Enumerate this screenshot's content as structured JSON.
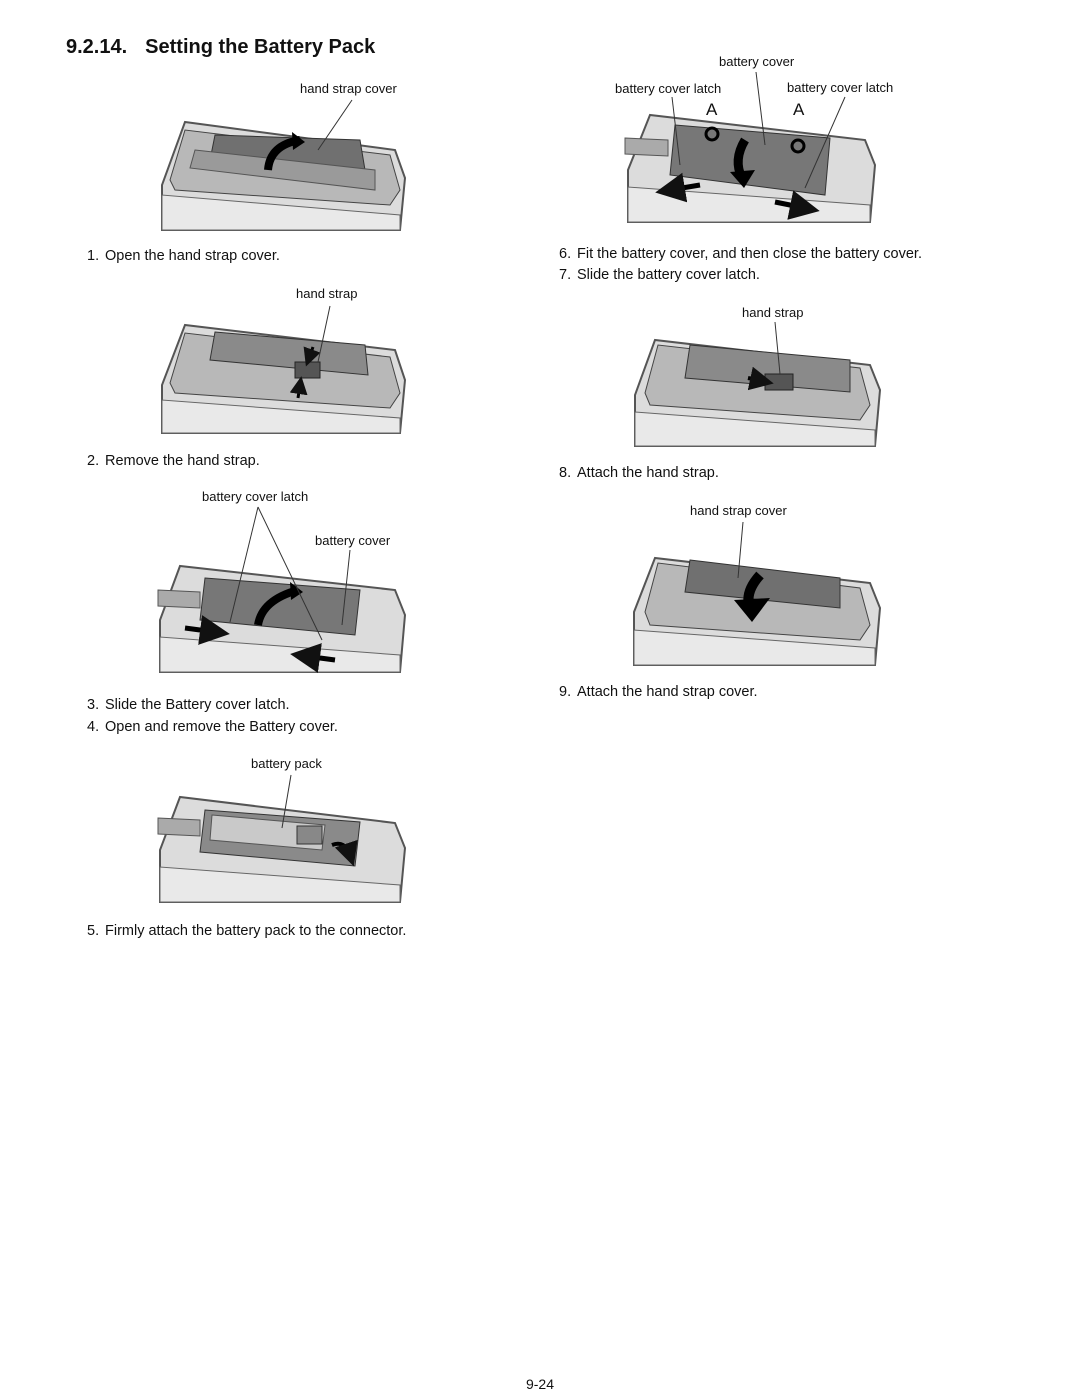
{
  "header": {
    "section_number": "9.2.14.",
    "section_title": "Setting the Battery Pack"
  },
  "figures": [
    {
      "callouts": [
        "hand strap cover"
      ]
    },
    {
      "callouts": [
        "hand strap"
      ]
    },
    {
      "callouts": [
        "battery cover latch",
        "battery cover"
      ]
    },
    {
      "callouts": [
        "battery pack"
      ]
    },
    {
      "callouts": [
        "battery cover",
        "battery cover latch",
        "battery cover latch"
      ],
      "markers": [
        "A",
        "A"
      ]
    },
    {
      "callouts": [
        "hand strap"
      ]
    },
    {
      "callouts": [
        "hand strap cover"
      ]
    }
  ],
  "steps": [
    {
      "number": "1.",
      "text": "Open the hand strap cover."
    },
    {
      "number": "2.",
      "text": "Remove the hand strap."
    },
    {
      "number": "3.",
      "text": "Slide the Battery cover latch."
    },
    {
      "number": "4.",
      "text": "Open and remove the Battery cover."
    },
    {
      "number": "5.",
      "text": "Firmly attach the battery pack to the connector."
    },
    {
      "number": "6.",
      "text": "Fit the battery cover, and then close the battery cover."
    },
    {
      "number": "7.",
      "text": "Slide the battery cover latch."
    },
    {
      "number": "8.",
      "text": "Attach the hand strap."
    },
    {
      "number": "9.",
      "text": "Attach the hand strap cover."
    }
  ],
  "footer": {
    "page_number": "9-24"
  }
}
